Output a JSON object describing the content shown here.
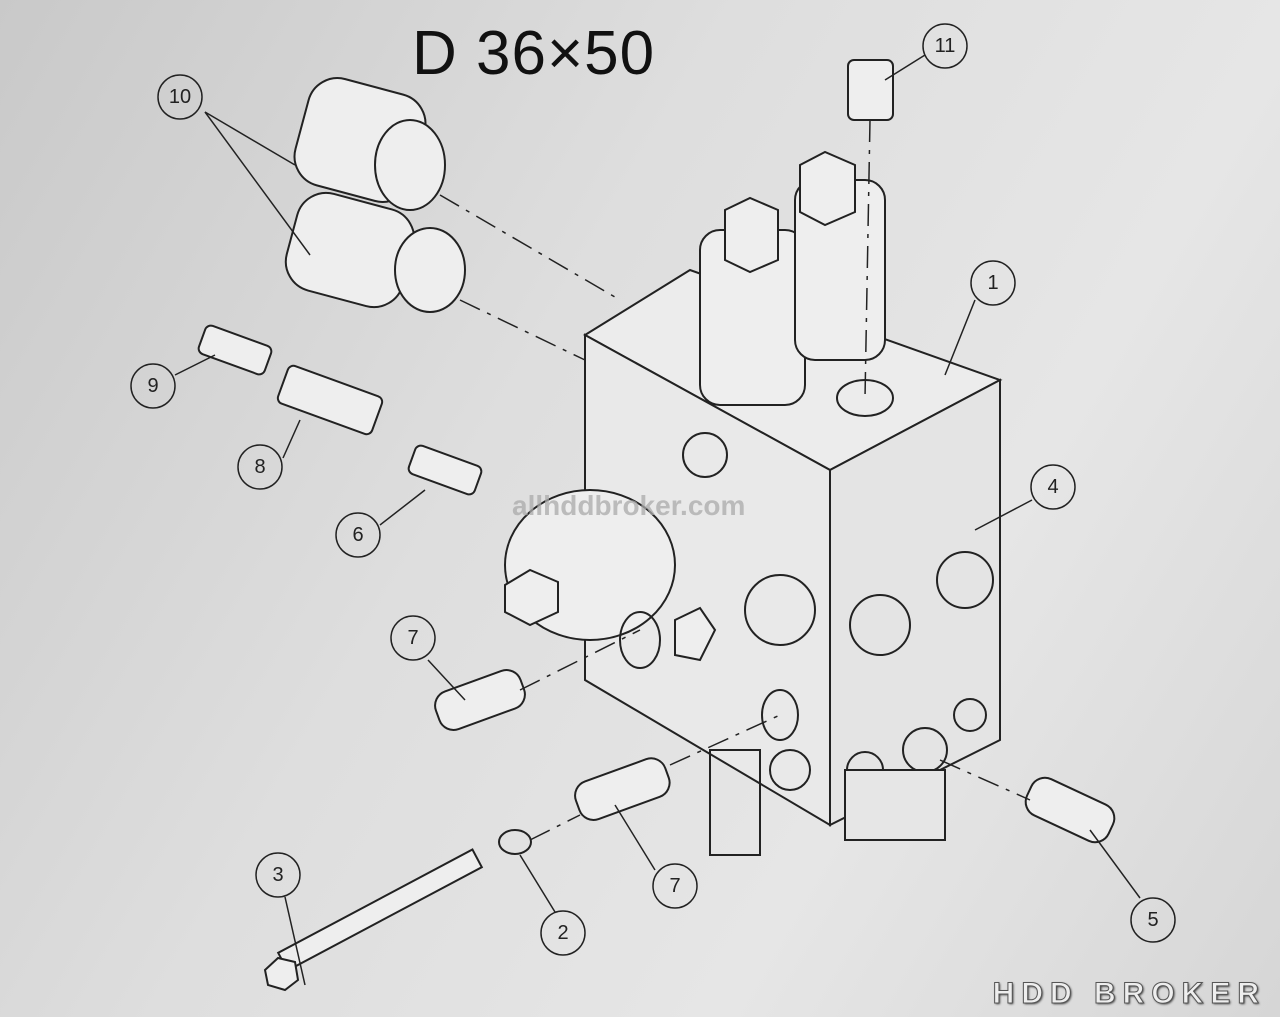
{
  "title": "D 36×50",
  "watermark": "allhddbroker.com",
  "logo": "HDD BROKER",
  "callouts": [
    "10",
    "11",
    "1",
    "9",
    "8",
    "6",
    "4",
    "7",
    "7",
    "3",
    "2",
    "5"
  ]
}
